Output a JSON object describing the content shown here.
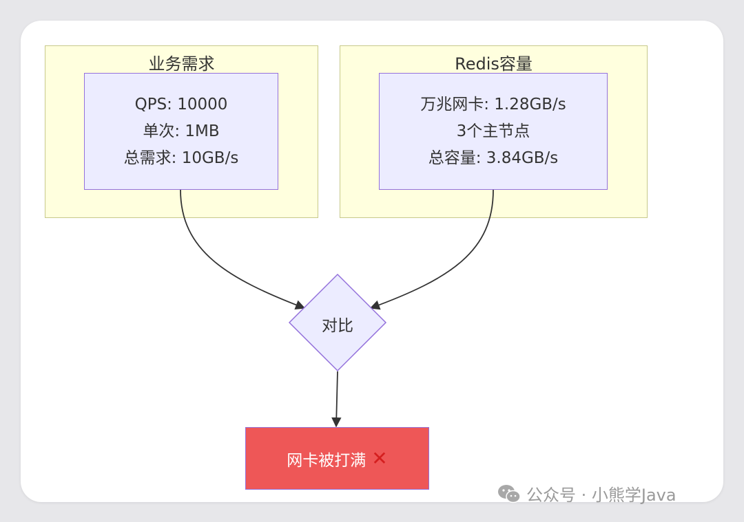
{
  "diagram": {
    "subgraphs": [
      {
        "title": "业务需求",
        "node_lines": [
          "QPS: 10000",
          "单次: 1MB",
          "总需求: 10GB/s"
        ]
      },
      {
        "title": "Redis容量",
        "node_lines": [
          "万兆网卡: 1.28GB/s",
          "3个主节点",
          "总容量: 3.84GB/s"
        ]
      }
    ],
    "decision": {
      "label": "对比"
    },
    "result": {
      "label": "网卡被打满",
      "mark": "✕"
    }
  },
  "watermark": {
    "text": "公众号 · 小熊学Java",
    "icon": "wechat-icon"
  },
  "colors": {
    "subgraph_fill": "#ffffde",
    "subgraph_border": "#c7c98a",
    "node_fill": "#ececff",
    "node_border": "#9370db",
    "result_fill": "#ee5757",
    "edge": "#333333"
  }
}
